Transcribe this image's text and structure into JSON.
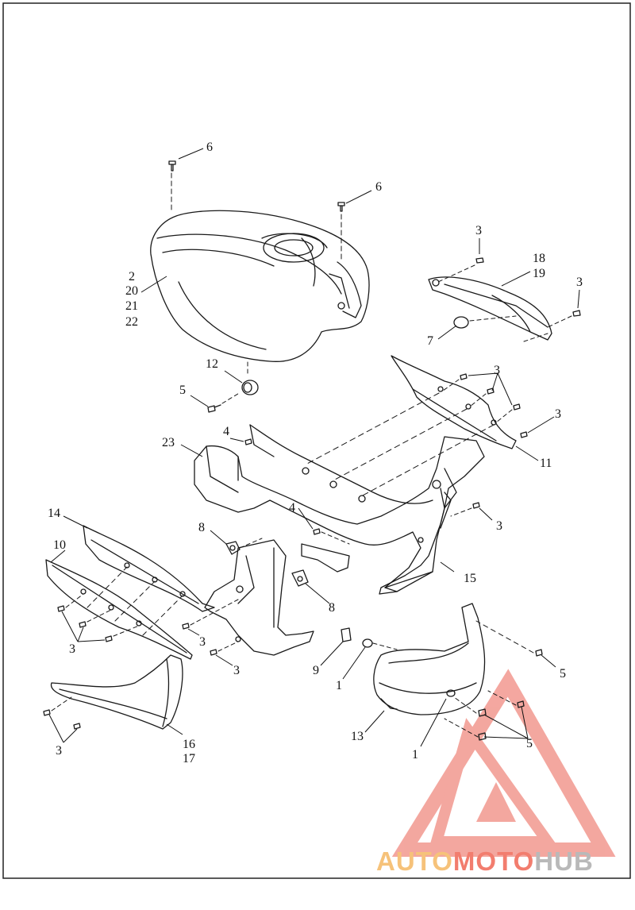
{
  "diagram": {
    "labels": {
      "tank_fastener_top": "6",
      "tank_fastener_rear": "6",
      "tank_part_numbers": [
        "2",
        "20",
        "21",
        "22"
      ],
      "tank_grommet": "12",
      "tank_bolt": "5",
      "bracket_screw_top": "3",
      "bracket_cover": [
        "18",
        "19"
      ],
      "bracket_screw_right": "3",
      "bracket_grommet": "7",
      "rear_plate_screws": "3",
      "rear_plate_screw_right": "3",
      "rear_plate": "11",
      "left_bracket_screw": "4",
      "left_bracket": "23",
      "mid_bracket_screw": "4",
      "frame_screw": "3",
      "frame_bracket": "15",
      "clip_left": "8",
      "clip_right": "8",
      "panel_upper": "14",
      "panel_lower": "10",
      "panel_screws": "3",
      "center_screw_a": "3",
      "center_screw_b": "3",
      "stud": "9",
      "grommet_lower": "1",
      "cover_bolt_right": "5",
      "cover_bolts_bottom": "5",
      "cover_grommet": "1",
      "lower_cover": "13",
      "side_cover_screws": "3",
      "side_cover": [
        "16",
        "17"
      ]
    }
  },
  "watermark": {
    "auto": "AUTO",
    "moto": "MOTO",
    "hub": "HUB",
    "colors": {
      "auto": "#f6c27a",
      "moto": "#f27d6e",
      "hub": "#b9b9b9",
      "logo": "#f08a80"
    }
  }
}
